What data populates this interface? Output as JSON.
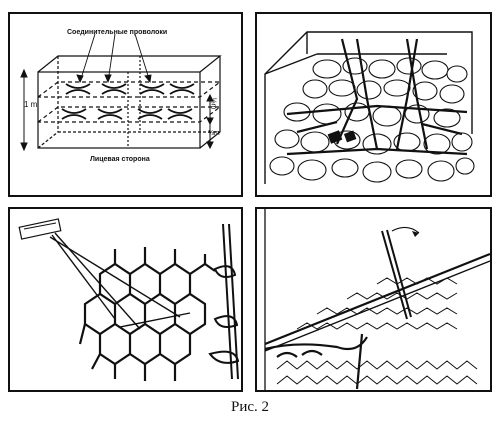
{
  "figure": {
    "caption": "Рис. 2",
    "panel1": {
      "wires_label": "Соединительные проволоки",
      "face_label": "Лицевая сторона",
      "dim_total": "1 m",
      "dim_upper": "⅓m",
      "dim_lower": "⅓m"
    }
  }
}
